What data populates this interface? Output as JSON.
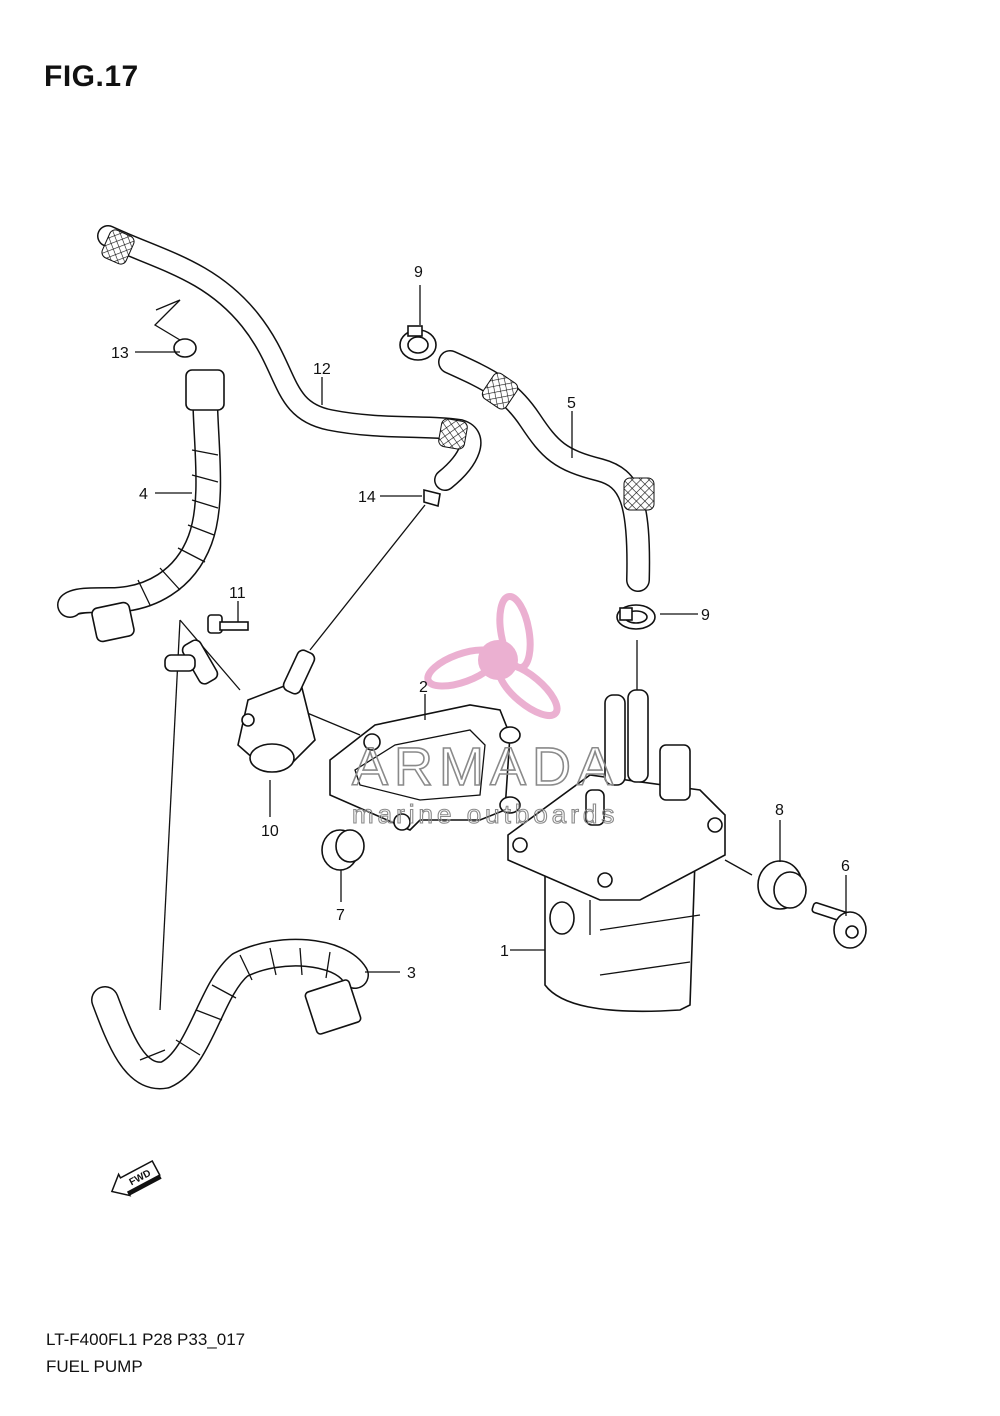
{
  "figure": {
    "title": "FIG.17",
    "code": "LT-F400FL1 P28 P33_017",
    "caption": "FUEL PUMP",
    "direction_tag": "FWD"
  },
  "watermark": {
    "brand": "ARMADA",
    "tagline": "marine outboards",
    "logo_color": "#e9a8cd"
  },
  "callouts": [
    {
      "id": "c1",
      "label": "1"
    },
    {
      "id": "c2",
      "label": "2"
    },
    {
      "id": "c3",
      "label": "3"
    },
    {
      "id": "c4",
      "label": "4"
    },
    {
      "id": "c5",
      "label": "5"
    },
    {
      "id": "c6",
      "label": "6"
    },
    {
      "id": "c7",
      "label": "7"
    },
    {
      "id": "c8",
      "label": "8"
    },
    {
      "id": "c9a",
      "label": "9"
    },
    {
      "id": "c9b",
      "label": "9"
    },
    {
      "id": "c10",
      "label": "10"
    },
    {
      "id": "c11",
      "label": "11"
    },
    {
      "id": "c12",
      "label": "12"
    },
    {
      "id": "c13",
      "label": "13"
    },
    {
      "id": "c14",
      "label": "14"
    }
  ]
}
